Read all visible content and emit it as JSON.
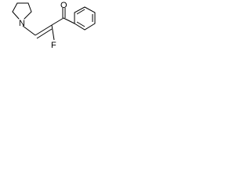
{
  "molecule": {
    "atoms": {
      "nitrogen": "N",
      "oxygen": "O",
      "fluorine": "F"
    }
  },
  "colors": {
    "bond": "#000000",
    "text": "#000000",
    "background": "#ffffff"
  }
}
